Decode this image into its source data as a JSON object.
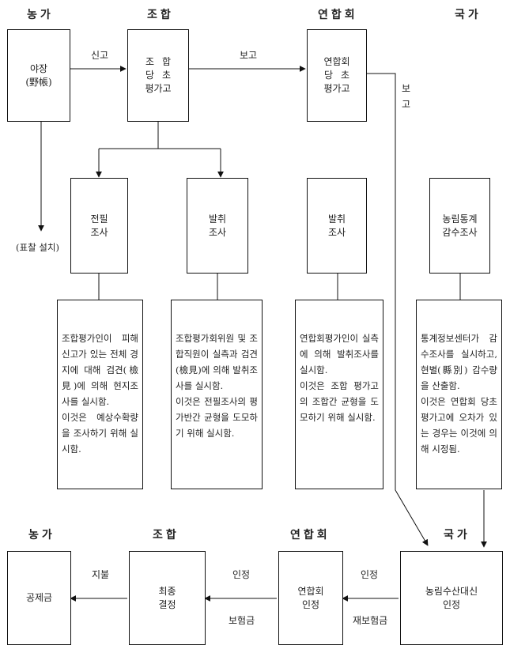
{
  "headers_top": {
    "farm": "농가",
    "union": "조합",
    "federation": "연합회",
    "state": "국가"
  },
  "headers_bottom": {
    "farm": "농가",
    "union": "조합",
    "federation": "연합회",
    "state": "국가"
  },
  "boxes": {
    "field_book": {
      "line1": "야장",
      "line2": "(野帳)"
    },
    "union_eval": {
      "line1": "조합",
      "line2": "당초",
      "line3": "평가고"
    },
    "fed_eval": {
      "line1": "연합회",
      "line2": "당초",
      "line3": "평가고"
    },
    "full_survey": {
      "line1": "전필",
      "line2": "조사"
    },
    "sample_survey_union": {
      "line1": "발취",
      "line2": "조사"
    },
    "sample_survey_fed": {
      "line1": "발취",
      "line2": "조사"
    },
    "stat_survey": {
      "line1": "농림통계",
      "line2": "감수조사"
    },
    "deduction": {
      "line1": "공제금"
    },
    "final_decision": {
      "line1": "최종",
      "line2": "결정"
    },
    "fed_approval": {
      "line1": "연합회",
      "line2": "인정"
    },
    "minister_approval": {
      "line1": "농림수산대신",
      "line2": "인정"
    }
  },
  "descriptions": {
    "full_survey": {
      "p1": "조합평가인이 피해신고가 있는 전체 경지에 대해 검견(檢見)에 의해 현지조사를 실시함.",
      "p2": "이것은 예상수확량을 조사하기 위해 실시함."
    },
    "sample_survey_union": {
      "p1": "조합평가회위원 및 조합직원이 실측과 검견(檢見)에 의해 발취조사를 실시함.",
      "p2": "이것은 전필조사의 평가반간 균형을 도모하기 위해 실시함."
    },
    "sample_survey_fed": {
      "p1": "연합회평가인이 실측에 의해 발취조사를 실시함.",
      "p2": "이것은 조합 평가고의 조합간 균형을 도모하기 위해 실시함."
    },
    "stat_survey": {
      "p1": "통계정보센터가 감수조사를 실시하고, 현별(縣別) 감수량을 산출함.",
      "p2": "이것은 연합회 당초평가고에 오차가 있는 경우는 이것에 의해 시정됨."
    }
  },
  "labels": {
    "report_union": "신고",
    "report_fed": "보고",
    "report_state": "보고",
    "stake": "(표찰 설치)",
    "pay": "지불",
    "approve_union": "인정",
    "insurance": "보험금",
    "approve_fed": "인정",
    "reinsurance": "재보험금"
  }
}
